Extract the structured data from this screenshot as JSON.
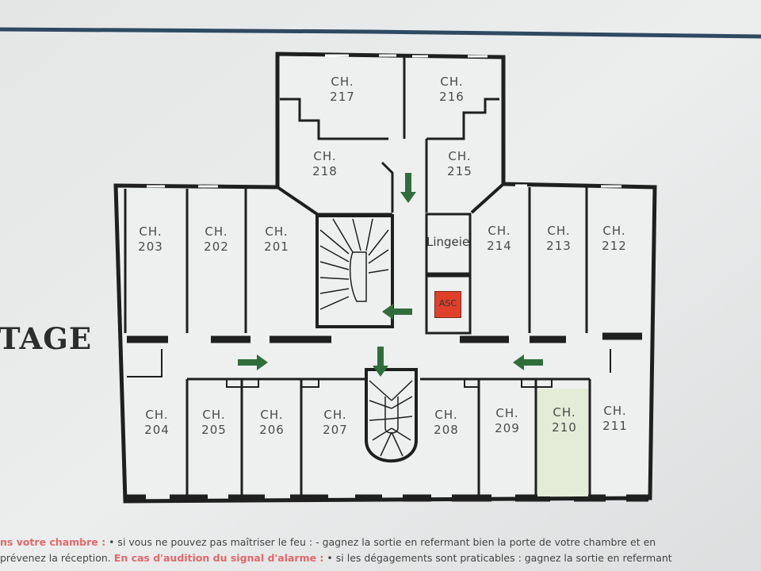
{
  "plan": {
    "floor_label": "TAGE",
    "rooms": [
      {
        "id": "217",
        "prefix": "CH.",
        "number": "217"
      },
      {
        "id": "216",
        "prefix": "CH.",
        "number": "216"
      },
      {
        "id": "218",
        "prefix": "CH.",
        "number": "218"
      },
      {
        "id": "215",
        "prefix": "CH.",
        "number": "215"
      },
      {
        "id": "203",
        "prefix": "CH.",
        "number": "203"
      },
      {
        "id": "202",
        "prefix": "CH.",
        "number": "202"
      },
      {
        "id": "201",
        "prefix": "CH.",
        "number": "201"
      },
      {
        "id": "214",
        "prefix": "CH.",
        "number": "214"
      },
      {
        "id": "213",
        "prefix": "CH.",
        "number": "213"
      },
      {
        "id": "212",
        "prefix": "CH.",
        "number": "212"
      },
      {
        "id": "204",
        "prefix": "CH.",
        "number": "204"
      },
      {
        "id": "205",
        "prefix": "CH.",
        "number": "205"
      },
      {
        "id": "206",
        "prefix": "CH.",
        "number": "206"
      },
      {
        "id": "207",
        "prefix": "CH.",
        "number": "207"
      },
      {
        "id": "208",
        "prefix": "CH.",
        "number": "208"
      },
      {
        "id": "209",
        "prefix": "CH.",
        "number": "209"
      },
      {
        "id": "210",
        "prefix": "CH.",
        "number": "210"
      },
      {
        "id": "211",
        "prefix": "CH.",
        "number": "211"
      }
    ],
    "linen_room": "Lingeie",
    "elevator": "ASC",
    "colors": {
      "arrow": "#2f6e3b",
      "elevator": "#e0402a",
      "wall": "#1f1f1f",
      "frame": "#2e4a63"
    }
  },
  "legend": {
    "line1_red": "ns votre chambre :",
    "line1_text": " • si vous ne pouvez pas maîtriser le feu : - gagnez la sortie en refermant bien la porte de votre chambre et en",
    "line2_text_a": "prévenez la réception. ",
    "line2_red": "En cas d'audition du signal d'alarme :",
    "line2_text_b": " • si les dégagements sont praticables : gagnez la sortie en refermant"
  }
}
